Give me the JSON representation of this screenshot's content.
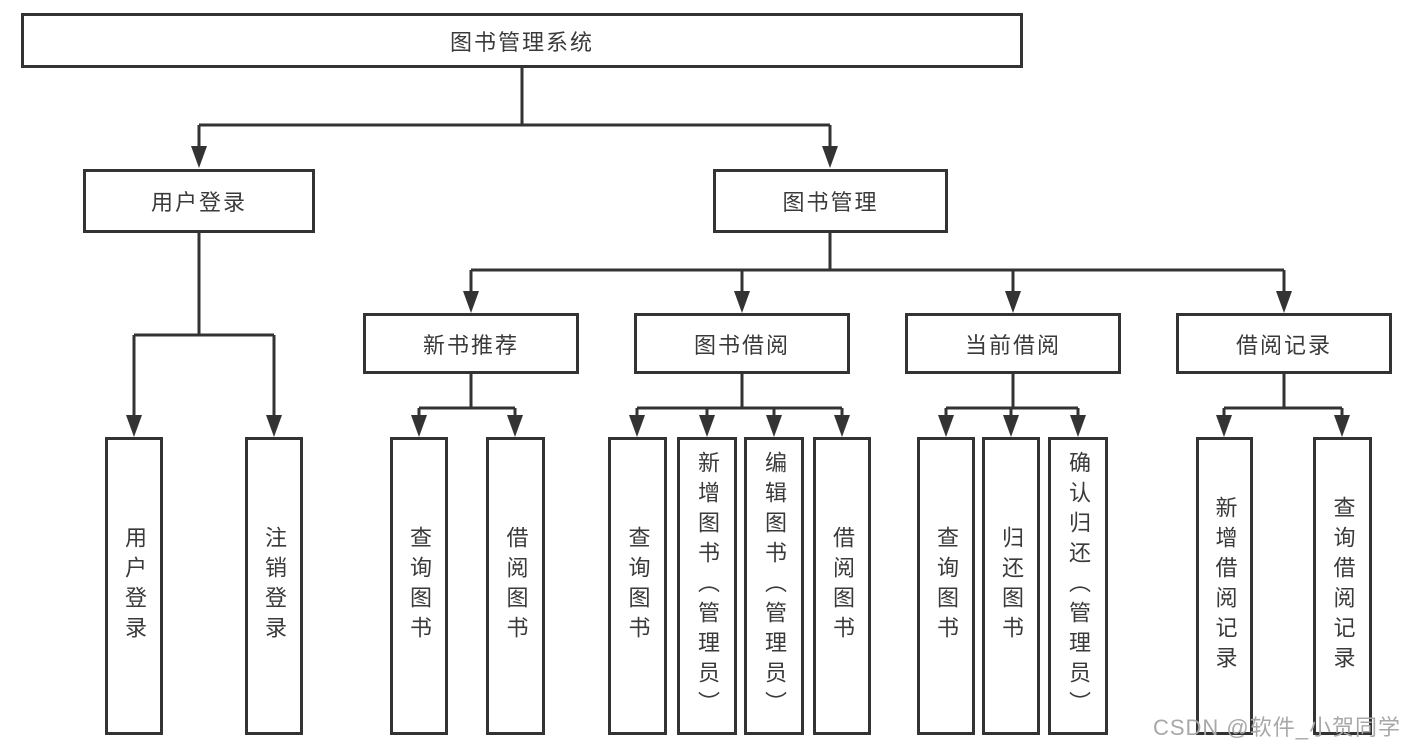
{
  "tree": {
    "label": "图书管理系统",
    "children": [
      {
        "label": "用户登录",
        "children": [
          {
            "label": "用户登录"
          },
          {
            "label": "注销登录"
          }
        ]
      },
      {
        "label": "图书管理",
        "children": [
          {
            "label": "新书推荐",
            "children": [
              {
                "label": "查询图书"
              },
              {
                "label": "借阅图书"
              }
            ]
          },
          {
            "label": "图书借阅",
            "children": [
              {
                "label": "查询图书"
              },
              {
                "label": "新增图书（管理员）"
              },
              {
                "label": "编辑图书（管理员）"
              },
              {
                "label": "借阅图书"
              }
            ]
          },
          {
            "label": "当前借阅",
            "children": [
              {
                "label": "查询图书"
              },
              {
                "label": "归还图书"
              },
              {
                "label": "确认归还（管理员）"
              }
            ]
          },
          {
            "label": "借阅记录",
            "children": [
              {
                "label": "新增借阅记录"
              },
              {
                "label": "查询借阅记录"
              }
            ]
          }
        ]
      }
    ]
  },
  "watermark": {
    "text": "CSDN @软件_小贺同学"
  },
  "colors": {
    "line": "#333333",
    "text": "#3a3a3a",
    "watermark": "#a8a8a8",
    "box_bg": "#ffffff"
  }
}
